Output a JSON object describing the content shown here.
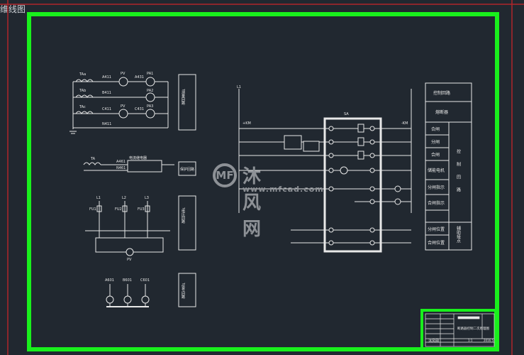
{
  "window": {
    "title": "维线图"
  },
  "colors": {
    "background": "#212830",
    "frame": "#19f01c",
    "border_line": "#b0262a",
    "lines": "#e8e8e8"
  },
  "watermark": {
    "logo": "MF",
    "name": "沐风网",
    "url": "www.mfcad.com"
  },
  "drawing": {
    "meter_circuit": {
      "ct": [
        "TAa",
        "TAb",
        "TAc"
      ],
      "nodes": [
        "A411",
        "B411",
        "C411",
        "N411"
      ],
      "meters_top": [
        "PV",
        "A431",
        "PA1"
      ],
      "meters_mid": [
        "PA2"
      ],
      "meters_bot": [
        "PV",
        "C431",
        "PA3"
      ],
      "side_label": "?测量回路"
    },
    "protection_circuit": {
      "ct": "TA",
      "nodes": [
        "A461",
        "N461"
      ],
      "relay": "电流继电器",
      "side_label": "保护回路"
    },
    "voltage_circuit": {
      "phases": [
        "L1",
        "L2",
        "L3"
      ],
      "fuses": [
        "FU1",
        "FU2",
        "FU3"
      ],
      "meter": "PV",
      "side_label": "?电压回路"
    },
    "signal_circuit": {
      "labels": [
        "A601",
        "B601",
        "C601"
      ],
      "side_label": "?信号回路"
    },
    "control_circuit": {
      "bus_left": "L1",
      "switch": "SA",
      "side_label": [
        "+KM",
        "-KM"
      ]
    },
    "right_table": {
      "header": "控制回路",
      "sub": "熔断器",
      "rows": [
        "合闸",
        "分闸",
        "合闸",
        "储能电机",
        "分闸指示",
        "合闸指示",
        "",
        "分闸位置",
        "合闸位置"
      ],
      "group1": "控制回路",
      "group2": "辅助接点"
    },
    "title_block": {
      "drawing_name": "断路器控制二次原理图",
      "scale": "1:1",
      "date": "2016.5",
      "org": "沐风网"
    }
  }
}
